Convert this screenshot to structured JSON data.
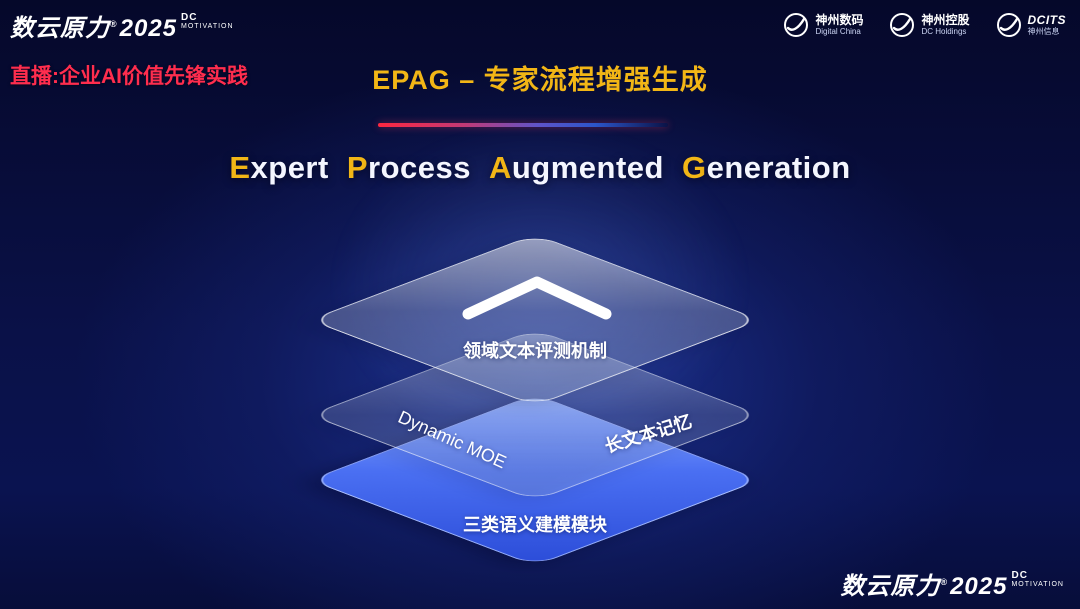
{
  "colors": {
    "gold": "#f2b616",
    "red": "#ff2d4e",
    "layer_blue_top": "#8cabff",
    "layer_blue_bottom": "#2b4cd8"
  },
  "header": {
    "brand": {
      "name": "数云原力",
      "reg": "®",
      "year": "2025",
      "suffix_line1": "DC",
      "suffix_line2": "MOTIVATION"
    },
    "live_label": "直播:企业AI价值先锋实践",
    "slide_title": "EPAG – 专家流程增强生成"
  },
  "logos": [
    {
      "title": "神州数码",
      "subtitle": "Digital China"
    },
    {
      "title": "神州控股",
      "subtitle": "DC Holdings"
    },
    {
      "title": "DCITS",
      "subtitle": "神州信息"
    }
  ],
  "main_title": {
    "words": [
      {
        "initial": "E",
        "rest": "xpert"
      },
      {
        "initial": "P",
        "rest": "rocess"
      },
      {
        "initial": "A",
        "rest": "ugmented"
      },
      {
        "initial": "G",
        "rest": "eneration"
      }
    ]
  },
  "stack": {
    "top_layer_label": "领域文本评测机制",
    "middle_layer_label_left": "Dynamic  MOE",
    "middle_layer_label_right": "长文本记忆",
    "bottom_layer_label": "三类语义建模模块"
  },
  "footer": {
    "brand": {
      "name": "数云原力",
      "reg": "®",
      "year": "2025",
      "suffix_line1": "DC",
      "suffix_line2": "MOTIVATION"
    }
  }
}
